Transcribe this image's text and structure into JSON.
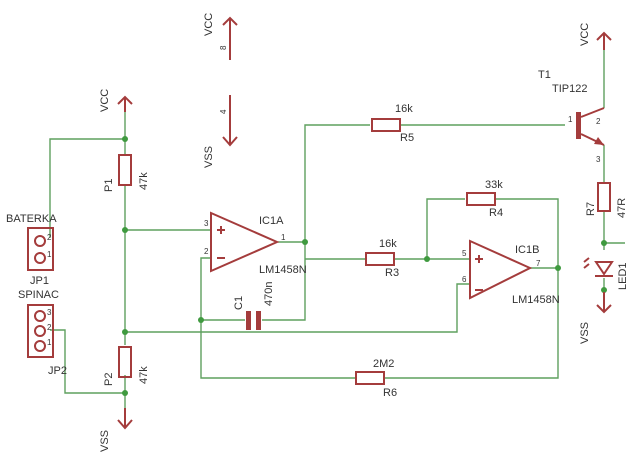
{
  "power": {
    "vcc": "VCC",
    "vss": "VSS"
  },
  "pins": {
    "p8": "8",
    "p4": "4"
  },
  "components": {
    "P1": {
      "name": "P1",
      "value": "47k"
    },
    "P2": {
      "name": "P2",
      "value": "47k"
    },
    "R3": {
      "name": "R3",
      "value": "16k"
    },
    "R4": {
      "name": "R4",
      "value": "33k"
    },
    "R5": {
      "name": "R5",
      "value": "16k"
    },
    "R6": {
      "name": "R6",
      "value": "2M2"
    },
    "R7": {
      "name": "R7",
      "value": "47R"
    },
    "C1": {
      "name": "C1",
      "value": "470n"
    },
    "IC1A": {
      "name": "IC1A",
      "part": "LM1458N",
      "pins": {
        "plus": "3",
        "minus": "2",
        "out": "1"
      }
    },
    "IC1B": {
      "name": "IC1B",
      "part": "LM1458N",
      "pins": {
        "plus": "5",
        "minus": "6",
        "out": "7"
      }
    },
    "T1": {
      "name": "T1",
      "part": "TIP122",
      "pins": {
        "b": "1",
        "c": "2",
        "e": "3"
      }
    },
    "LED1": {
      "name": "LED1"
    },
    "JP1": {
      "label": "BATERKA",
      "name": "JP1",
      "pins": {
        "p2": "2",
        "p1": "1"
      }
    },
    "JP2": {
      "label": "SPINAC",
      "name": "JP2",
      "pins": {
        "p3": "3",
        "p2": "2",
        "p1": "1"
      }
    }
  }
}
